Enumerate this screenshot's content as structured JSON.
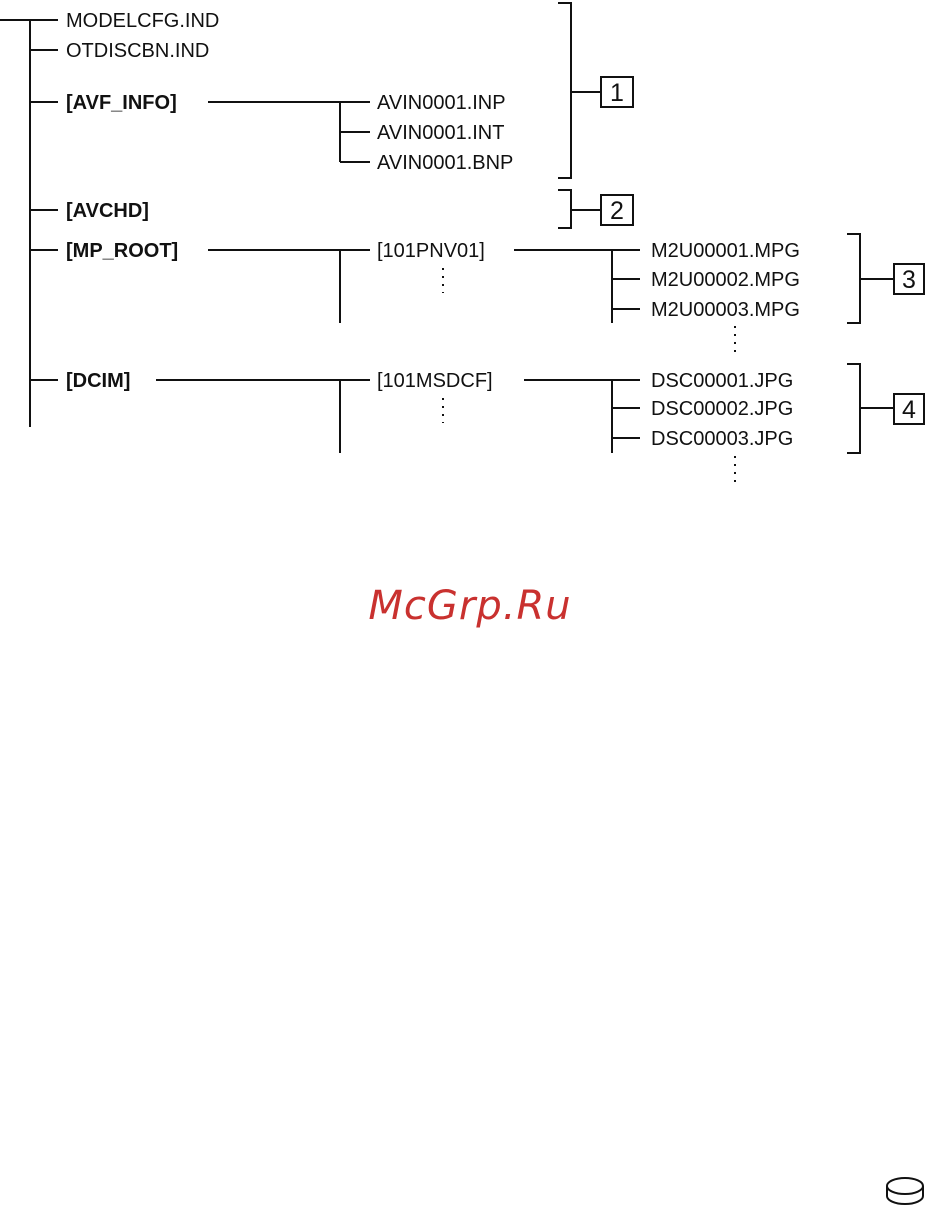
{
  "tree": {
    "root_files": [
      "MODELCFG.IND",
      "OTDISCBN.IND"
    ],
    "avf_info": {
      "folder": "[AVF_INFO]",
      "files": [
        "AVIN0001.INP",
        "AVIN0001.INT",
        "AVIN0001.BNP"
      ]
    },
    "avchd": {
      "folder": "[AVCHD]"
    },
    "mp_root": {
      "folder": "[MP_ROOT]",
      "subfolder": "[101PNV01]",
      "files": [
        "M2U00001.MPG",
        "M2U00002.MPG",
        "M2U00003.MPG"
      ]
    },
    "dcim": {
      "folder": "[DCIM]",
      "subfolder": "[101MSDCF]",
      "files": [
        "DSC00001.JPG",
        "DSC00002.JPG",
        "DSC00003.JPG"
      ]
    }
  },
  "callouts": [
    "1",
    "2",
    "3",
    "4"
  ],
  "watermark": "McGrp.Ru",
  "corner_icon": "disc-icon"
}
